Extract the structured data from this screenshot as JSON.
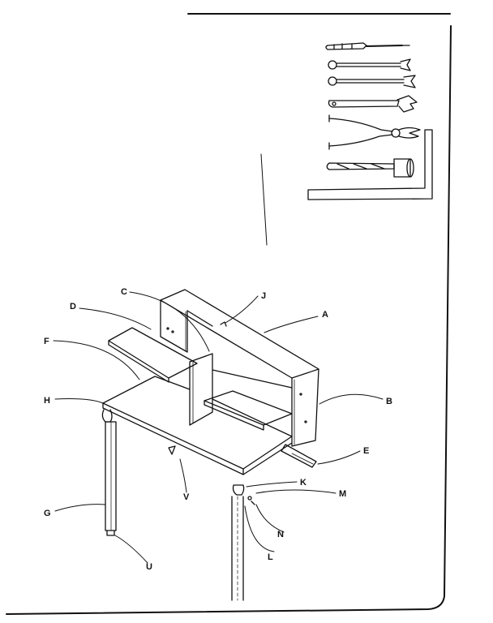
{
  "colors": {
    "ink": "#111111",
    "paper": "#ffffff"
  },
  "tools": [
    {
      "name": "screwdriver",
      "icon": "screwdriver-icon"
    },
    {
      "name": "combination-wrench",
      "icon": "wrench-icon"
    },
    {
      "name": "combination-wrench-2",
      "icon": "wrench-icon"
    },
    {
      "name": "adjustable-wrench",
      "icon": "adjustable-wrench-icon"
    },
    {
      "name": "pliers",
      "icon": "pliers-icon"
    },
    {
      "name": "mallet",
      "icon": "mallet-icon"
    },
    {
      "name": "carpenter-square",
      "icon": "square-icon"
    }
  ],
  "labels": {
    "A": "A",
    "B": "B",
    "C": "C",
    "D": "D",
    "E": "E",
    "F": "F",
    "G": "G",
    "H": "H",
    "J": "J",
    "K": "K",
    "L": "L",
    "M": "M",
    "N": "N",
    "U": "U",
    "V": "V"
  }
}
